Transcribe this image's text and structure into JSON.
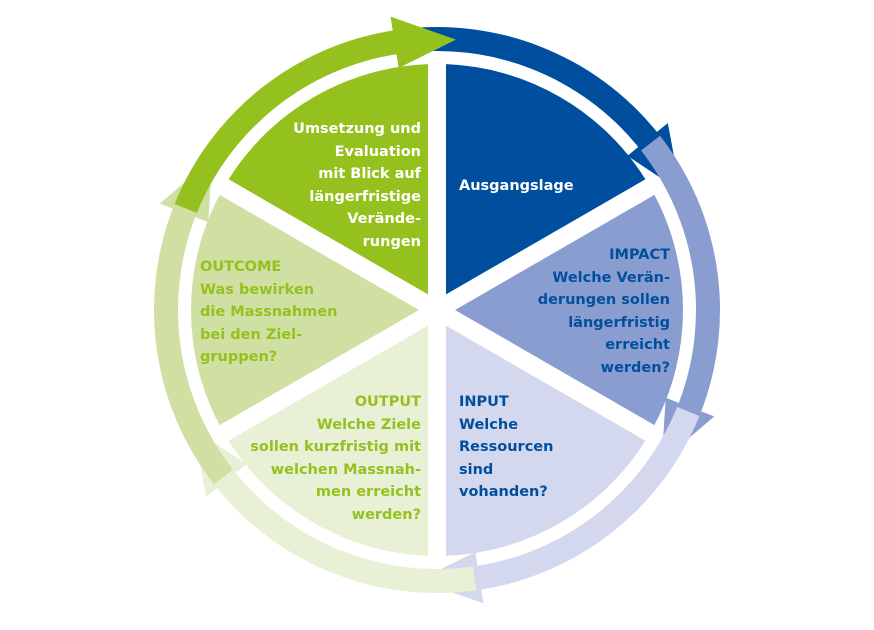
{
  "title": "Wirkungskreislauf",
  "colors": {
    "dark_green": "#95c11f",
    "mid_green": "#cfe0a2",
    "light_green": "#e8f0d6",
    "dark_blue": "#004f9f",
    "mid_blue": "#8a9dd0",
    "light_blue": "#d3d8ee",
    "text_green": "#95c11f",
    "text_blue": "#004f9f",
    "text_white": "#ffffff"
  },
  "segments": [
    {
      "id": "ausgangslage",
      "color": "#004f9f",
      "text_color": "#ffffff",
      "heading": "",
      "lines": [
        "Ausgangslage"
      ]
    },
    {
      "id": "impact",
      "color": "#8a9dd0",
      "text_color": "#004f9f",
      "heading": "IMPACT",
      "lines": [
        "Welche Verän-",
        "derungen sollen",
        "längerfristig",
        "erreicht",
        "werden?"
      ]
    },
    {
      "id": "input",
      "color": "#d3d8ee",
      "text_color": "#004f9f",
      "heading": "INPUT",
      "lines": [
        "Welche",
        "Ressourcen",
        "sind",
        "vohanden?"
      ]
    },
    {
      "id": "output",
      "color": "#e8f0d6",
      "text_color": "#95c11f",
      "heading": "OUTPUT",
      "lines": [
        "Welche Ziele",
        "sollen kurzfristig mit",
        "welchen Massnah-",
        "men erreicht",
        "werden?"
      ]
    },
    {
      "id": "outcome",
      "color": "#cfe0a2",
      "text_color": "#95c11f",
      "heading": "OUTCOME",
      "lines": [
        "Was bewirken",
        "die Massnahmen",
        "bei den Ziel-",
        "gruppen?"
      ]
    },
    {
      "id": "umsetzung",
      "color": "#95c11f",
      "text_color": "#ffffff",
      "heading": "",
      "lines": [
        "Umsetzung und",
        "Evaluation",
        "mit Blick auf",
        "längerfristige",
        "Verände-",
        "rungen"
      ]
    }
  ]
}
